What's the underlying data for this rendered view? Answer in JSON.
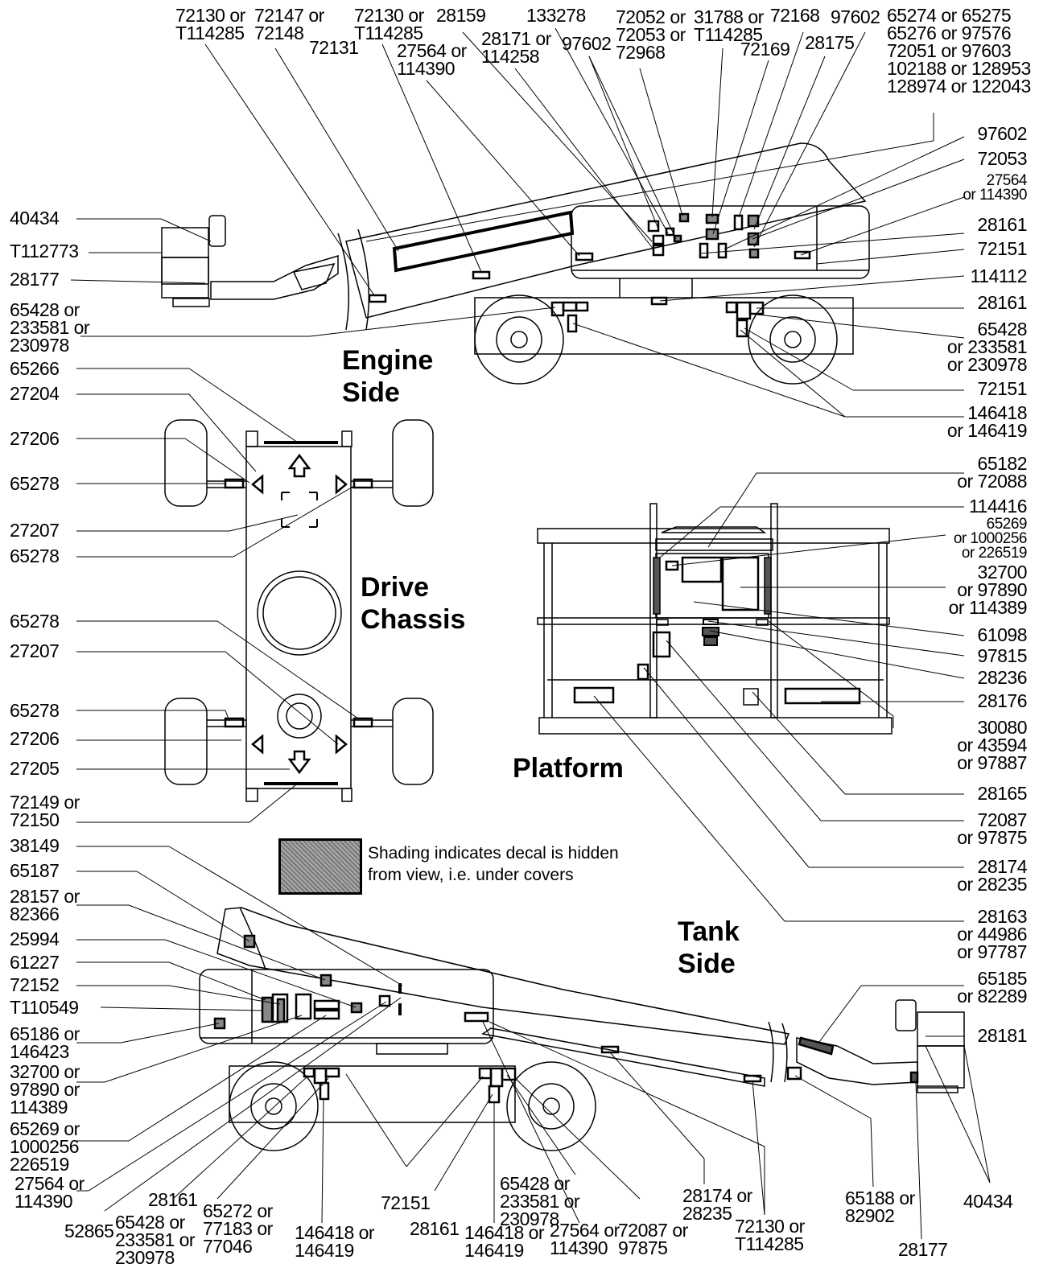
{
  "titles": {
    "engine_side": [
      "Engine",
      "Side"
    ],
    "drive_chassis": [
      "Drive",
      "Chassis"
    ],
    "platform": "Platform",
    "tank_side": [
      "Tank",
      "Side"
    ]
  },
  "legend": {
    "text": [
      "Shading indicates decal is hidden",
      "from view, i.e. under covers"
    ]
  },
  "engine_top_labels": [
    [
      "72130 or",
      "T114285"
    ],
    [
      "72147 or",
      "72148"
    ],
    [
      "72131"
    ],
    [
      "72130 or",
      "T114285"
    ],
    [
      "28159"
    ],
    [
      "27564 or",
      "114390"
    ],
    [
      "28171 or",
      "114258"
    ],
    [
      "133278"
    ],
    [
      "97602"
    ],
    [
      "72052 or",
      "72053 or",
      "72968"
    ],
    [
      "31788 or",
      "T114285"
    ],
    [
      "72169"
    ],
    [
      "72168"
    ],
    [
      "28175"
    ],
    [
      "97602"
    ],
    [
      "65274 or 65275",
      "65276 or 97576",
      "72051 or 97603",
      "102188 or 128953",
      "128974 or 122043"
    ]
  ],
  "engine_right_labels": [
    [
      "97602"
    ],
    [
      "72053"
    ],
    [
      "27564",
      "or 114390"
    ],
    [
      "28161"
    ],
    [
      "72151"
    ],
    [
      "114112"
    ],
    [
      "28161"
    ],
    [
      "65428",
      "or 233581",
      "or 230978"
    ],
    [
      "72151"
    ],
    [
      "146418",
      "or 146419"
    ]
  ],
  "engine_left_labels": [
    [
      "40434"
    ],
    [
      "T112773"
    ],
    [
      "28177"
    ],
    [
      "65428 or",
      "233581 or",
      "230978"
    ]
  ],
  "chassis_left_labels": [
    [
      "65266"
    ],
    [
      "27204"
    ],
    [
      "27206"
    ],
    [
      "65278"
    ],
    [
      "27207"
    ],
    [
      "65278"
    ],
    [
      "65278"
    ],
    [
      "27207"
    ],
    [
      "65278"
    ],
    [
      "27206"
    ],
    [
      "27205"
    ],
    [
      "72149 or",
      "72150"
    ]
  ],
  "platform_labels": [
    [
      "65182",
      "or 72088"
    ],
    [
      "114416"
    ],
    [
      "65269",
      "or 1000256",
      "or 226519"
    ],
    [
      "32700",
      "or 97890",
      "or 114389"
    ],
    [
      "61098"
    ],
    [
      "97815"
    ],
    [
      "28236"
    ],
    [
      "28176"
    ],
    [
      "30080",
      "or 43594",
      "or 97887"
    ],
    [
      "28165"
    ],
    [
      "72087",
      "or 97875"
    ],
    [
      "28174",
      "or 28235"
    ],
    [
      "28163",
      "or 44986",
      "or 97787"
    ],
    [
      "65185",
      "or 82289"
    ],
    [
      "28181"
    ]
  ],
  "tank_left_labels": [
    [
      "38149"
    ],
    [
      "65187"
    ],
    [
      "28157 or",
      "82366"
    ],
    [
      "25994"
    ],
    [
      "61227"
    ],
    [
      "72152"
    ],
    [
      "T110549"
    ],
    [
      "65186 or",
      "146423"
    ],
    [
      "32700 or",
      "97890 or",
      "114389"
    ],
    [
      "65269 or",
      "1000256",
      "226519"
    ],
    [
      "27564 or",
      "114390"
    ]
  ],
  "tank_bottom_labels": [
    [
      "52865"
    ],
    [
      "65428 or",
      "233581 or",
      "230978"
    ],
    [
      "28161"
    ],
    [
      "65272 or",
      "77183 or",
      "77046"
    ],
    [
      "146418 or",
      "146419"
    ],
    [
      "72151"
    ],
    [
      "28161"
    ],
    [
      "65428 or",
      "233581 or",
      "230978"
    ],
    [
      "146418 or",
      "146419"
    ],
    [
      "27564 or",
      "114390"
    ],
    [
      "72087 or",
      "97875"
    ],
    [
      "28174 or",
      "28235"
    ],
    [
      "72130 or",
      "T114285"
    ],
    [
      "65188 or",
      "82902"
    ],
    [
      "28177"
    ],
    [
      "40434"
    ]
  ]
}
